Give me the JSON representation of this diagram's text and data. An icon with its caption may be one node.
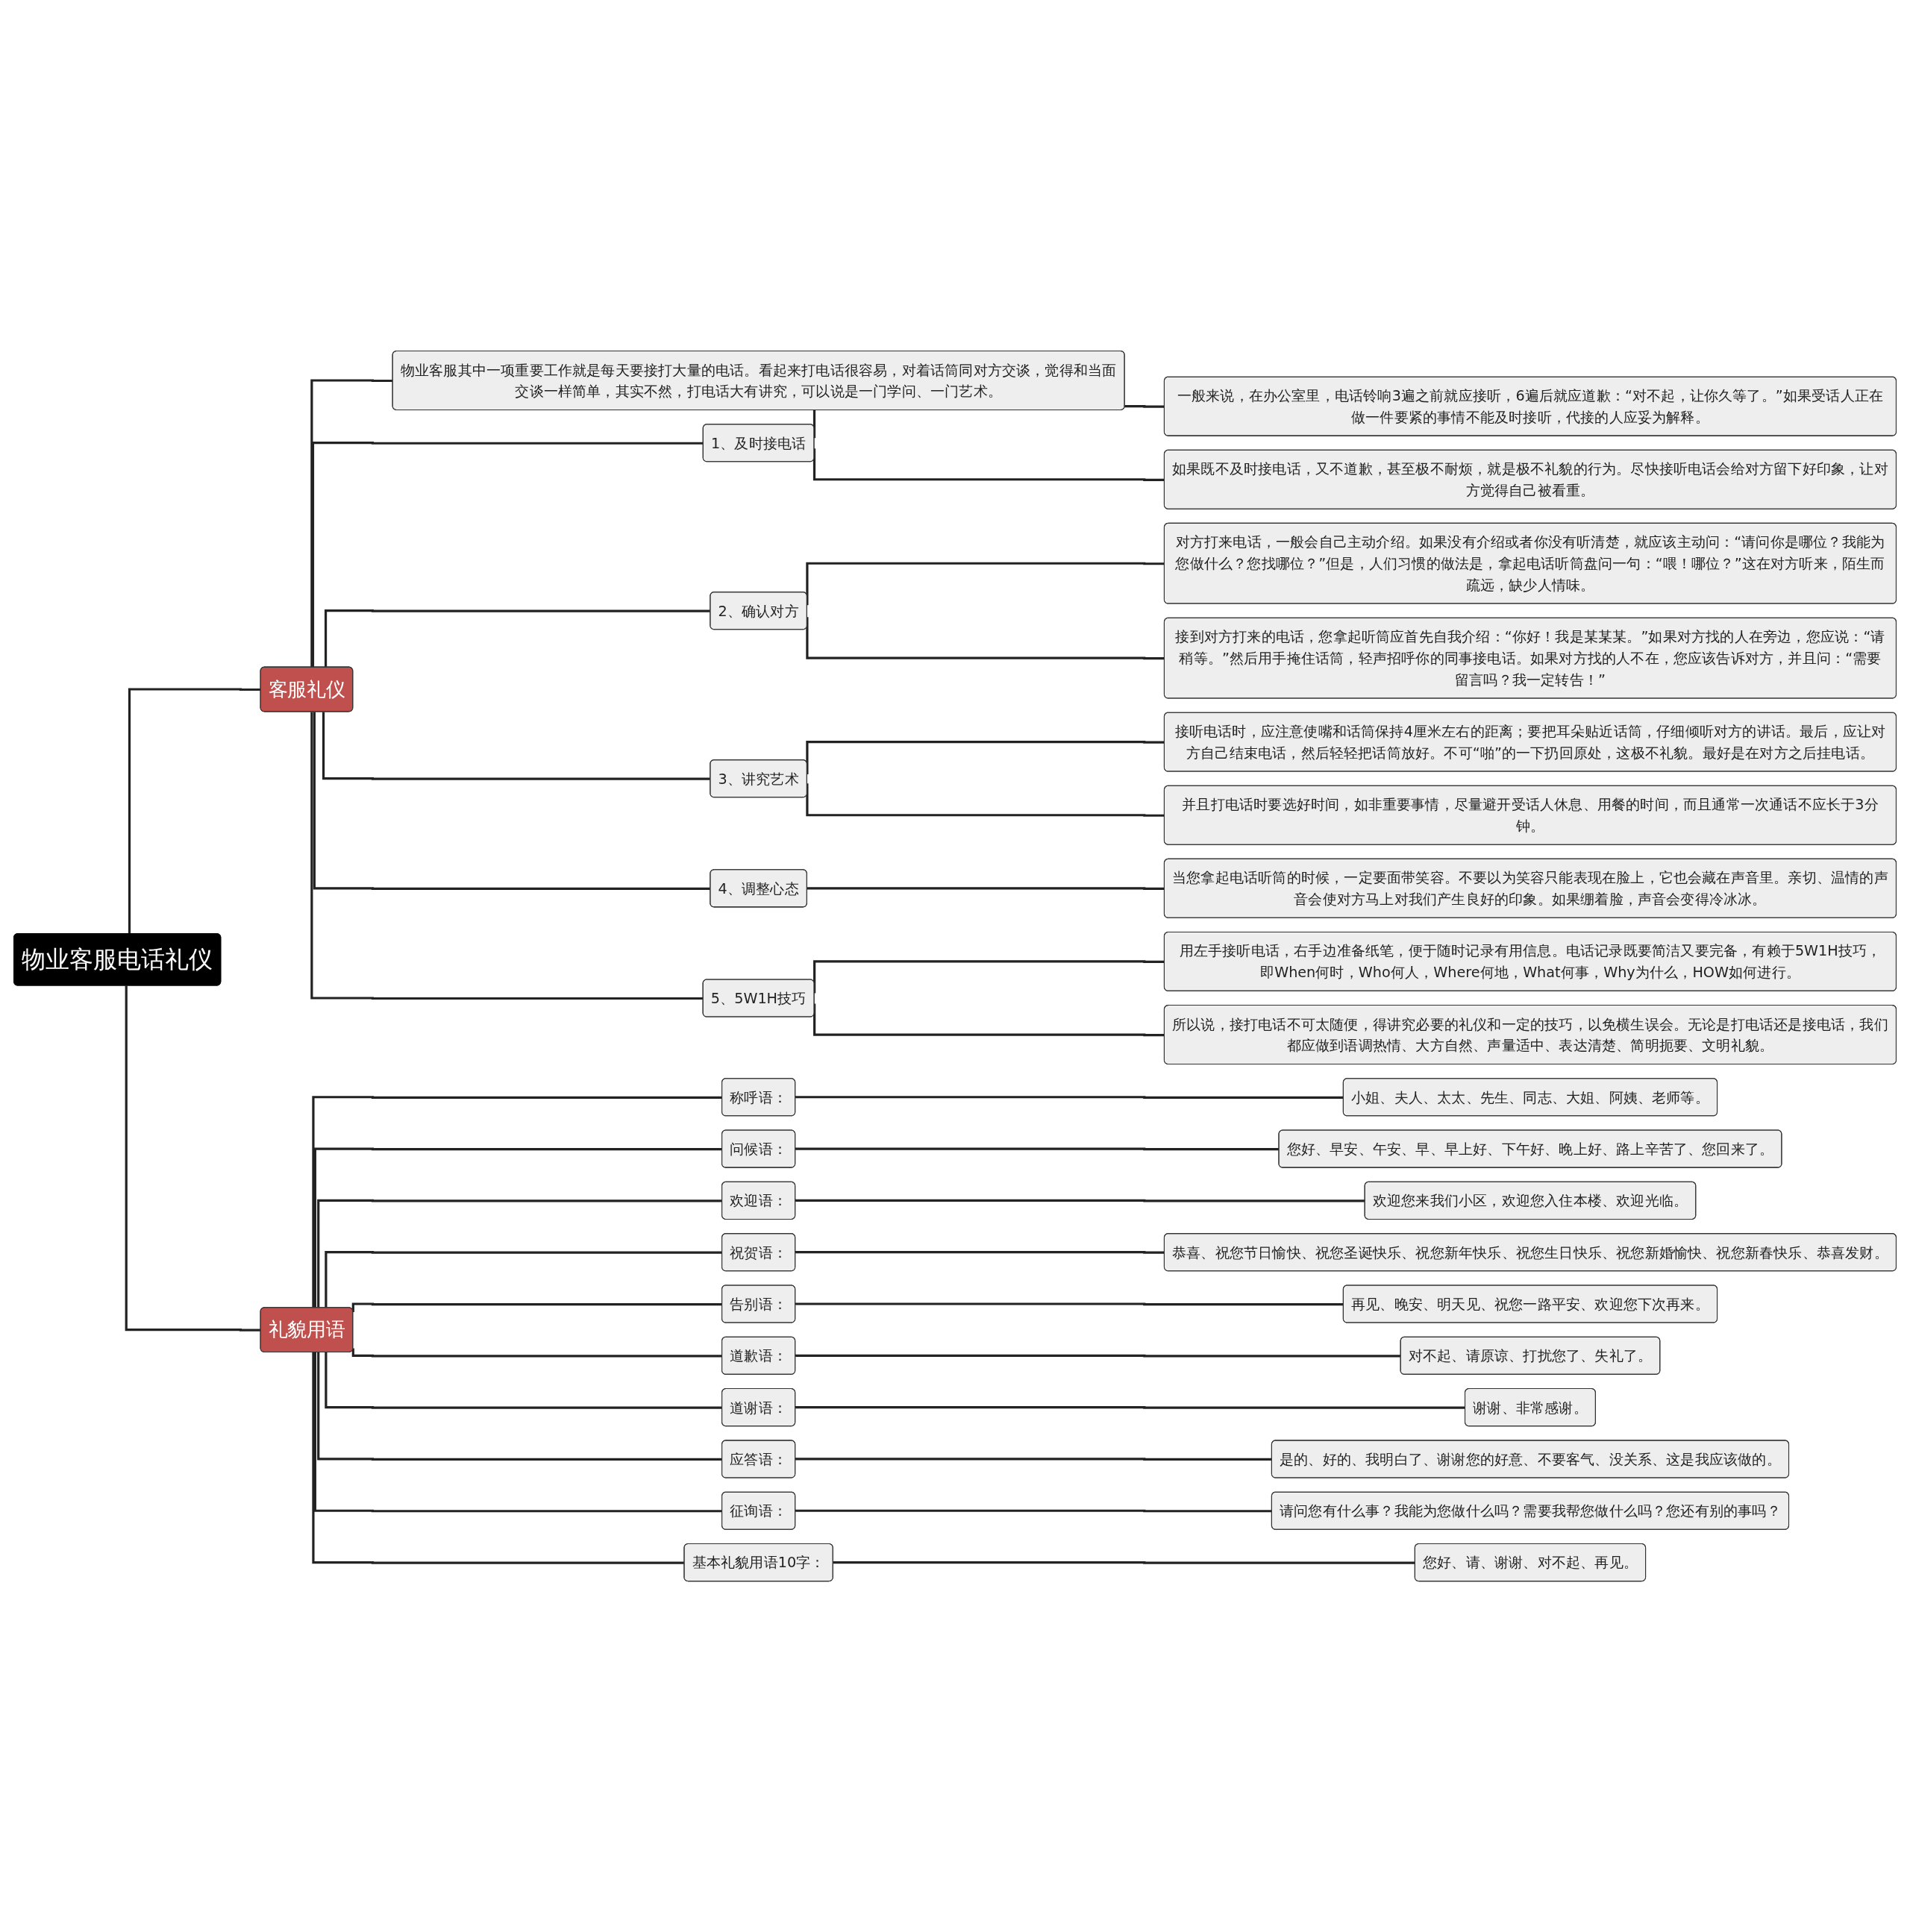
{
  "diagram": {
    "nodes": [
      {
        "text": [
          "物业客服电话礼仪"
        ]
      },
      {
        "text": [
          "客服礼仪"
        ]
      },
      {
        "text": [
          "物业客服其中一项重要工作就是每天要接打大量的电话。看起来打电话很容易，对着话筒同对方交谈，觉得和当面交谈一样简单，其实不然，打电话大有讲究，可以说是一门学问、一门艺术。"
        ]
      },
      {
        "text": [
          "1、及时接电话"
        ]
      },
      {
        "text": [
          "一般来说，在办公室里，电话铃响3遍之前就应接听，6遍后就应道歉：“对不起，让你久等了。”如果受话人正在做一件要紧的事情不能及时接听，代接的人应妥为解释。"
        ]
      },
      {
        "text": [
          "如果既不及时接电话，又不道歉，甚至极不耐烦，就是极不礼貌的行为。尽快接听电话会给对方留下好印象，让对方觉得自己被看重。"
        ]
      },
      {
        "text": [
          "2、确认对方"
        ]
      },
      {
        "text": [
          "对方打来电话，一般会自己主动介绍。如果没有介绍或者你没有听清楚，就应该主动问：“请问你是哪位？我能为您做什么？您找哪位？”但是，人们习惯的做法是，拿起电话听筒盘问一句：“喂！哪位？”这在对方听来，陌生而疏远，缺少人情味。"
        ]
      },
      {
        "text": [
          "接到对方打来的电话，您拿起听筒应首先自我介绍：“你好！我是某某某。”如果对方找的人在旁边，您应说：“请稍等。”然后用手掩住话筒，轻声招呼你的同事接电话。如果对方找的人不在，您应该告诉对方，并且问：“需要留言吗？我一定转告！”"
        ]
      },
      {
        "text": [
          "3、讲究艺术"
        ]
      },
      {
        "text": [
          "接听电话时，应注意使嘴和话筒保持4厘米左右的距离；要把耳朵贴近话筒，仔细倾听对方的讲话。最后，应让对方自己结束电话，然后轻轻把话筒放好。不可“啪”的一下扔回原处，这极不礼貌。最好是在对方之后挂电话。"
        ]
      },
      {
        "text": [
          "并且打电话时要选好时间，如非重要事情，尽量避开受话人休息、用餐的时间，而且通常一次通话不应长于3分钟。"
        ]
      },
      {
        "text": [
          "4、调整心态"
        ]
      },
      {
        "text": [
          "当您拿起电话听筒的时候，一定要面带笑容。不要以为笑容只能表现在脸上，它也会藏在声音里。亲切、温情的声音会使对方马上对我们产生良好的印象。如果绷着脸，声音会变得冷冰冰。"
        ]
      },
      {
        "text": [
          "5、5W1H技巧"
        ]
      },
      {
        "text": [
          "用左手接听电话，右手边准备纸笔，便于随时记录有用信息。电话记录既要简洁又要完备，有赖于5W1H技巧，即When何时，Who何人，Where何地，What何事，Why为什么，HOW如何进行。"
        ]
      },
      {
        "text": [
          "所以说，接打电话不可太随便，得讲究必要的礼仪和一定的技巧，以免横生误会。无论是打电话还是接电话，我们都应做到语调热情、大方自然、声量适中、表达清楚、简明扼要、文明礼貌。"
        ]
      },
      {
        "text": [
          "礼貌用语"
        ]
      },
      {
        "text": [
          "称呼语："
        ]
      },
      {
        "text": [
          "小姐、夫人、太太、先生、同志、大姐、阿姨、老师等。"
        ]
      },
      {
        "text": [
          "问候语："
        ]
      },
      {
        "text": [
          "您好、早安、午安、早、早上好、下午好、晚上好、路上辛苦了、您回来了。"
        ]
      },
      {
        "text": [
          "欢迎语："
        ]
      },
      {
        "text": [
          "欢迎您来我们小区，欢迎您入住本楼、欢迎光临。"
        ]
      },
      {
        "text": [
          "祝贺语："
        ]
      },
      {
        "text": [
          "恭喜、祝您节日愉快、祝您圣诞快乐、祝您新年快乐、祝您生日快乐、祝您新婚愉快、祝您新春快乐、恭喜发财。"
        ]
      },
      {
        "text": [
          "告别语："
        ]
      },
      {
        "text": [
          "再见、晚安、明天见、祝您一路平安、欢迎您下次再来。"
        ]
      },
      {
        "text": [
          "道歉语："
        ]
      },
      {
        "text": [
          "对不起、请原谅、打扰您了、失礼了。"
        ]
      },
      {
        "text": [
          "道谢语："
        ]
      },
      {
        "text": [
          "谢谢、非常感谢。"
        ]
      },
      {
        "text": [
          "应答语："
        ]
      },
      {
        "text": [
          "是的、好的、我明白了、谢谢您的好意、不要客气、没关系、这是我应该做的。"
        ]
      },
      {
        "text": [
          "征询语："
        ]
      },
      {
        "text": [
          "请问您有什么事？我能为您做什么吗？需要我帮您做什么吗？您还有别的事吗？"
        ]
      },
      {
        "text": [
          "基本礼貌用语10字："
        ]
      },
      {
        "text": [
          "您好、请、谢谢、对不起、再见。"
        ]
      }
    ],
    "edges": [
      {
        "from": 0,
        "to": 1,
        "arrow": "none"
      },
      {
        "from": 1,
        "to": 2,
        "arrow": "none"
      },
      {
        "from": 1,
        "to": 3,
        "arrow": "none"
      },
      {
        "from": 3,
        "to": 4,
        "arrow": "none"
      },
      {
        "from": 3,
        "to": 5,
        "arrow": "none"
      },
      {
        "from": 1,
        "to": 6,
        "arrow": "none"
      },
      {
        "from": 6,
        "to": 7,
        "arrow": "none"
      },
      {
        "from": 6,
        "to": 8,
        "arrow": "none"
      },
      {
        "from": 1,
        "to": 9,
        "arrow": "none"
      },
      {
        "from": 9,
        "to": 10,
        "arrow": "none"
      },
      {
        "from": 9,
        "to": 11,
        "arrow": "none"
      },
      {
        "from": 1,
        "to": 12,
        "arrow": "none"
      },
      {
        "from": 12,
        "to": 13,
        "arrow": "none"
      },
      {
        "from": 1,
        "to": 14,
        "arrow": "none"
      },
      {
        "from": 14,
        "to": 15,
        "arrow": "none"
      },
      {
        "from": 14,
        "to": 16,
        "arrow": "none"
      },
      {
        "from": 0,
        "to": 17,
        "arrow": "none"
      },
      {
        "from": 17,
        "to": 18,
        "arrow": "none"
      },
      {
        "from": 18,
        "to": 19,
        "arrow": "none"
      },
      {
        "from": 17,
        "to": 20,
        "arrow": "none"
      },
      {
        "from": 20,
        "to": 21,
        "arrow": "none"
      },
      {
        "from": 17,
        "to": 22,
        "arrow": "none"
      },
      {
        "from": 22,
        "to": 23,
        "arrow": "none"
      },
      {
        "from": 17,
        "to": 24,
        "arrow": "none"
      },
      {
        "from": 24,
        "to": 25,
        "arrow": "none"
      },
      {
        "from": 17,
        "to": 26,
        "arrow": "none"
      },
      {
        "from": 26,
        "to": 27,
        "arrow": "none"
      },
      {
        "from": 17,
        "to": 28,
        "arrow": "none"
      },
      {
        "from": 28,
        "to": 29,
        "arrow": "none"
      },
      {
        "from": 17,
        "to": 30,
        "arrow": "none"
      },
      {
        "from": 30,
        "to": 31,
        "arrow": "none"
      },
      {
        "from": 17,
        "to": 32,
        "arrow": "none"
      },
      {
        "from": 32,
        "to": 33,
        "arrow": "none"
      },
      {
        "from": 17,
        "to": 34,
        "arrow": "none"
      },
      {
        "from": 34,
        "to": 35,
        "arrow": "none"
      },
      {
        "from": 17,
        "to": 36,
        "arrow": "none"
      },
      {
        "from": 36,
        "to": 37,
        "arrow": "none"
      }
    ]
  }
}
